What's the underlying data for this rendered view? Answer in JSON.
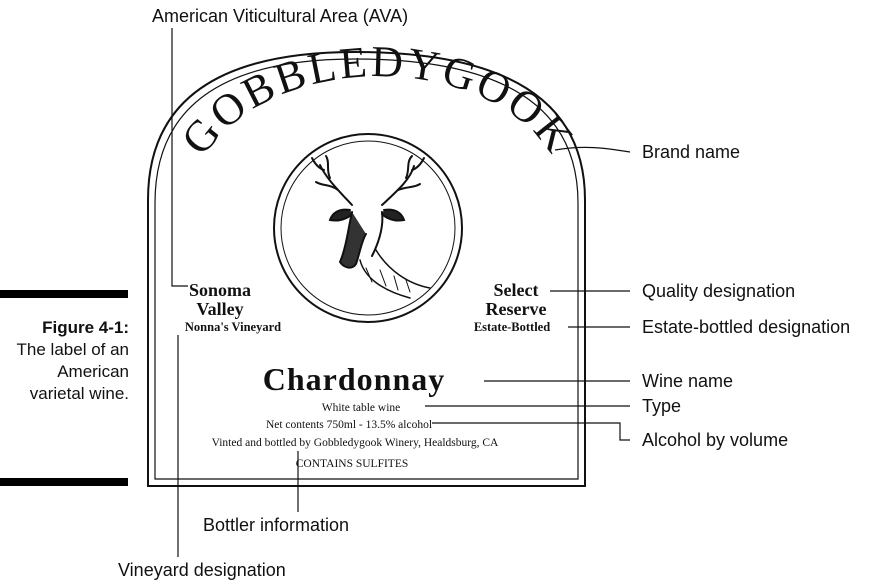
{
  "figure": {
    "number": "Figure 4-1:",
    "caption": "The label of an American varietal wine."
  },
  "label": {
    "brand": "GOBBLEDYGOOK",
    "left_region": [
      "Sonoma",
      "Valley"
    ],
    "vineyard": "Nonna's Vineyard",
    "right_quality": [
      "Select",
      "Reserve"
    ],
    "estate": "Estate-Bottled",
    "wine_name": "Chardonnay",
    "type_line": "White table wine",
    "contents_line": "Net contents 750ml - 13.5% alcohol",
    "bottler_line": "Vinted and bottled by Gobbledygook Winery, Healdsburg, CA",
    "sulfites_line": "CONTAINS SULFITES",
    "emblem": "stag-head-engraving"
  },
  "callouts": {
    "ava": "American Viticultural Area (AVA)",
    "brand_name": "Brand name",
    "quality": "Quality designation",
    "estate_bottled": "Estate-bottled designation",
    "wine_name": "Wine name",
    "type": "Type",
    "alcohol": "Alcohol by volume",
    "bottler": "Bottler information",
    "vineyard": "Vineyard designation"
  }
}
